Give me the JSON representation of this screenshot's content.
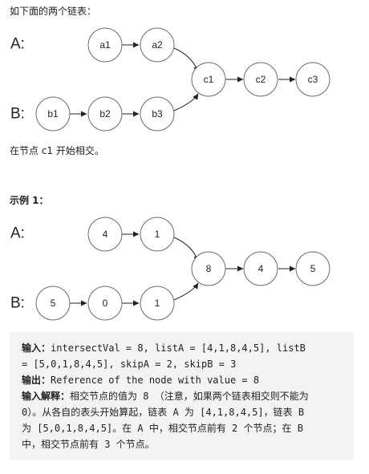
{
  "intro_text": "如下面的两个链表：",
  "diagram_intro": {
    "labels": {
      "a": "A:",
      "b": "B:"
    },
    "list_a": [
      "a1",
      "a2"
    ],
    "list_b": [
      "b1",
      "b2",
      "b3"
    ],
    "shared": [
      "c1",
      "c2",
      "c3"
    ]
  },
  "intersect_text": "在节点 c1 开始相交。",
  "example_title": "示例 1：",
  "diagram_example": {
    "labels": {
      "a": "A:",
      "b": "B:"
    },
    "list_a": [
      "4",
      "1"
    ],
    "list_b": [
      "5",
      "0",
      "1"
    ],
    "shared": [
      "8",
      "4",
      "5"
    ]
  },
  "example_box": {
    "input_label": "输入：",
    "input_line1": "intersectVal = 8, listA = [4,1,8,4,5], listB",
    "input_line2": "= [5,0,1,8,4,5], skipA = 2, skipB = 3",
    "output_label": "输出：",
    "output_value": "Reference of the node with value = 8",
    "explain_label": "输入解释：",
    "explain_line1": "相交节点的值为 8 （注意，如果两个链表相交则不能为",
    "explain_line2": "0）。从各自的表头开始算起，链表 A 为 [4,1,8,4,5]，链表 B",
    "explain_line3": "为 [5,0,1,8,4,5]。在 A 中，相交节点前有 2 个节点；在 B",
    "explain_line4": "中，相交节点前有 3 个节点。"
  }
}
